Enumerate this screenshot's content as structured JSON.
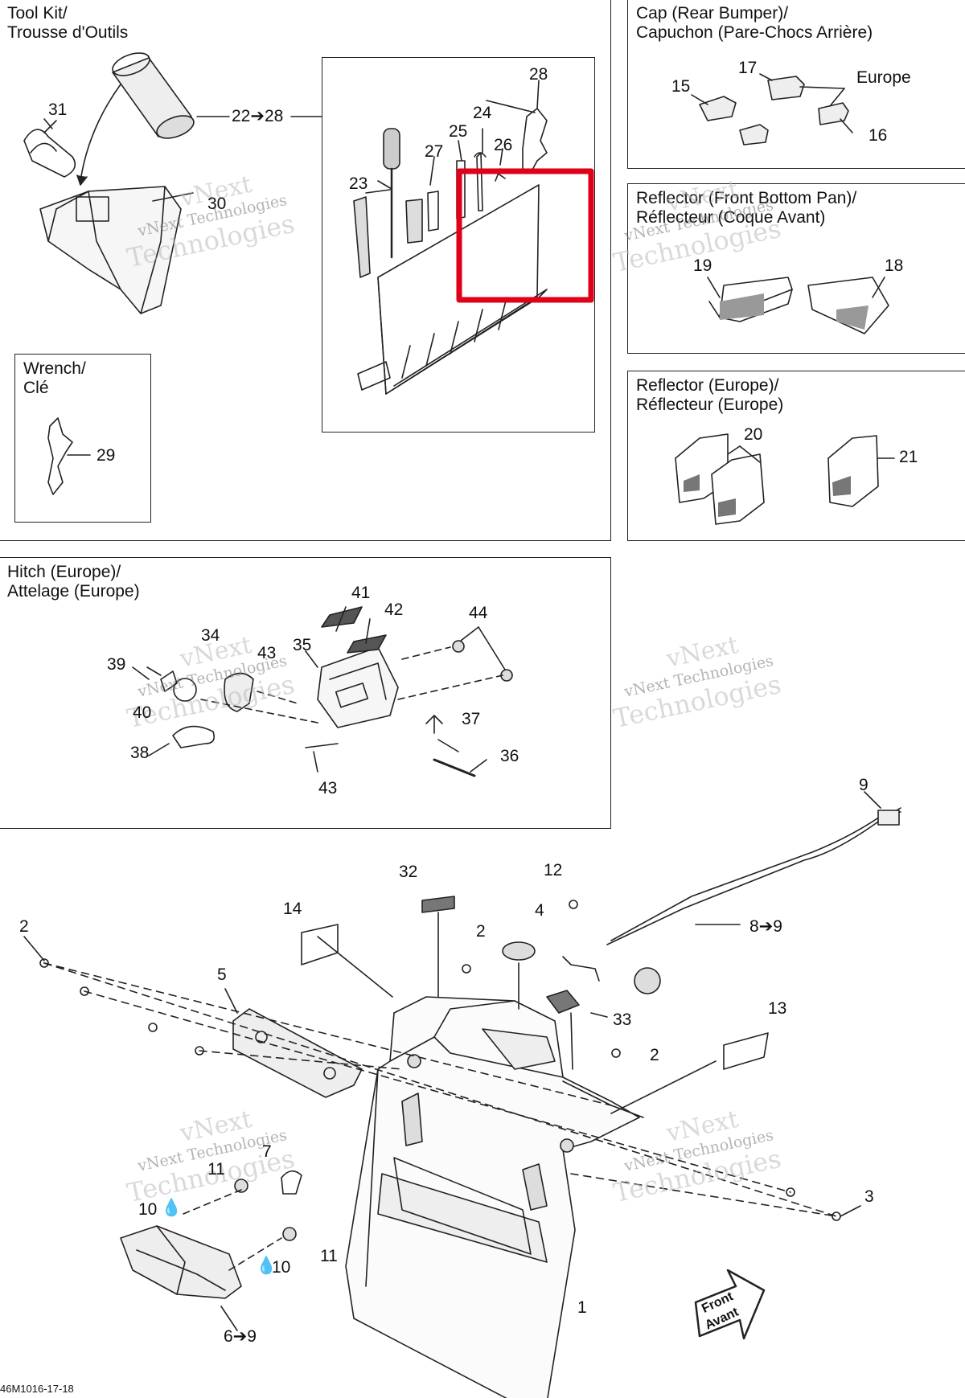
{
  "panels": {
    "tool_kit": "Tool Kit/\nTrousse d'Outils",
    "cap": "Cap (Rear Bumper)/\nCapuchon (Pare-Chocs Arrière)",
    "reflector_front": "Reflector (Front Bottom Pan)/\nRéflecteur (Coque Avant)",
    "wrench": "Wrench/\nClé",
    "reflector_europe": "Reflector (Europe)/\nRéflecteur (Europe)",
    "hitch": "Hitch (Europe)/\nAttelage (Europe)"
  },
  "labels": {
    "europe": "Europe",
    "front": "Front",
    "avant": "Avant",
    "code": "46M1016-17-18"
  },
  "callouts": {
    "n31": "31",
    "n30": "30",
    "n22_28": "22➔28",
    "n28": "28",
    "n24": "24",
    "n25": "25",
    "n26": "26",
    "n27": "27",
    "n23": "23",
    "n29": "29",
    "n17": "17",
    "n15": "15",
    "n16": "16",
    "n19": "19",
    "n18": "18",
    "n20": "20",
    "n21": "21",
    "n41": "41",
    "n42": "42",
    "n44": "44",
    "n34": "34",
    "n43a": "43",
    "n35": "35",
    "n39": "39",
    "n40": "40",
    "n37": "37",
    "n38": "38",
    "n36": "36",
    "n43b": "43",
    "n9": "9",
    "n32": "32",
    "n12": "12",
    "n14": "14",
    "n4": "4",
    "n2a": "2",
    "n2b": "2",
    "n8_9": "8➔9",
    "n5": "5",
    "n33": "33",
    "n13": "13",
    "n2c": "2",
    "n7": "7",
    "n11a": "11",
    "n10a": "10",
    "n11b": "11",
    "n10b": "10",
    "n3": "3",
    "n1": "1",
    "n6_9": "6➔9"
  },
  "watermark": {
    "line1": "vNext",
    "line2": "vNext Technologies",
    "line3": "Technologies"
  },
  "colors": {
    "highlight": "#e0001a",
    "line": "#222222"
  }
}
